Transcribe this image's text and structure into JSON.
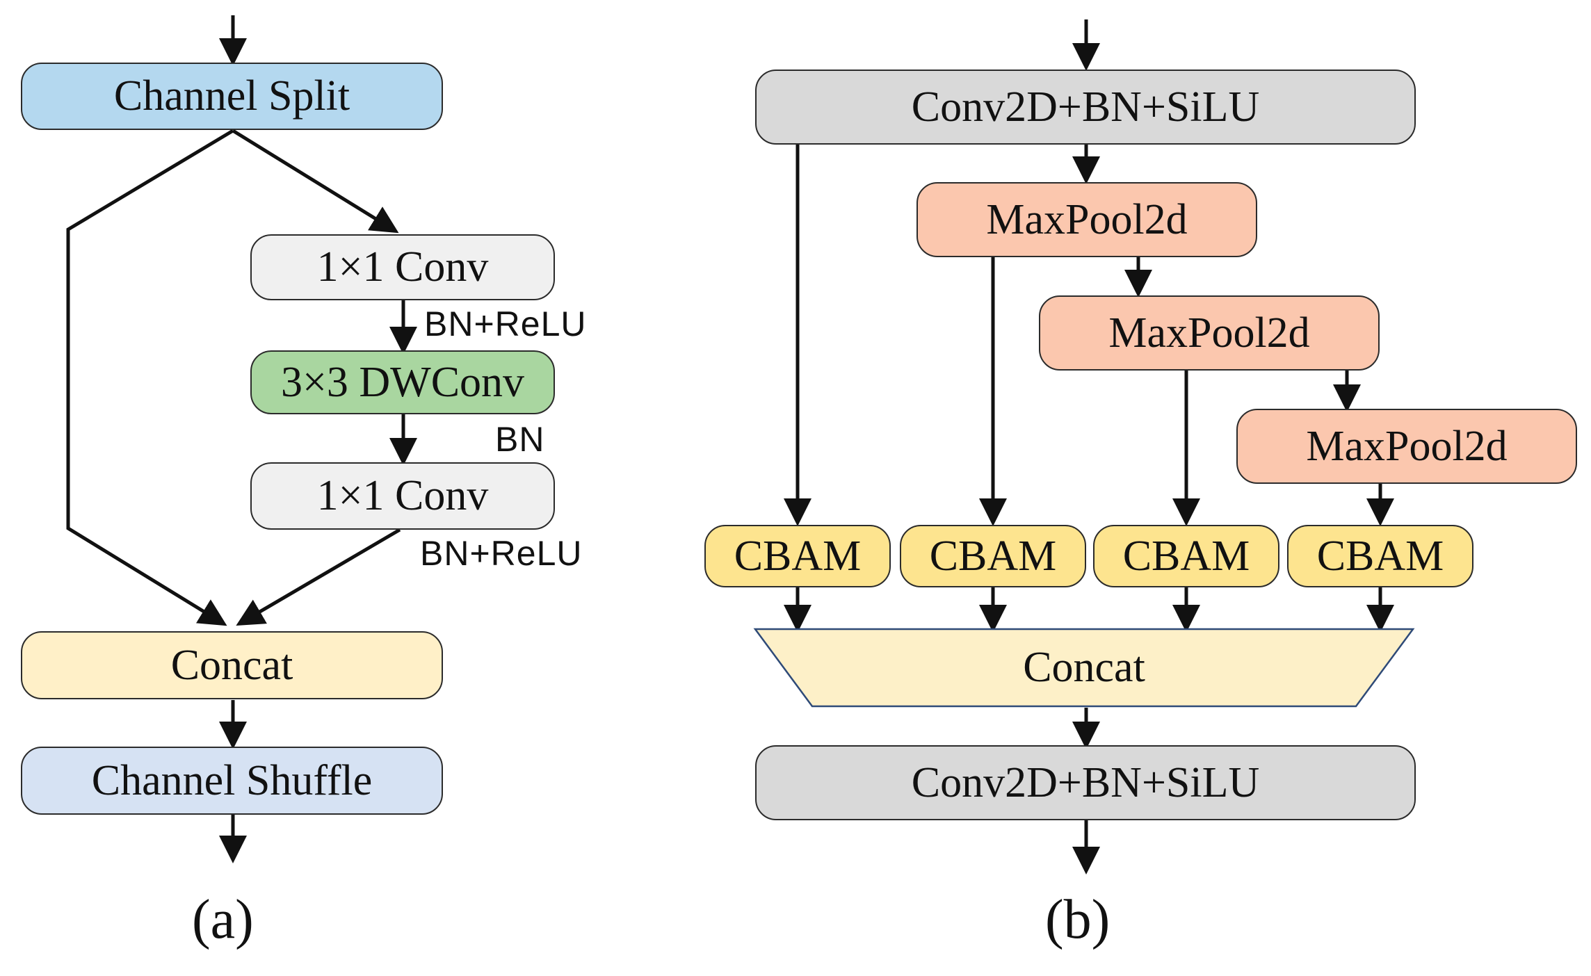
{
  "panel_a": {
    "channel_split": "Channel Split",
    "conv1": "1×1 Conv",
    "bn_relu_1": "BN+ReLU",
    "dwconv": "3×3 DWConv",
    "bn": "BN",
    "conv2": "1×1 Conv",
    "bn_relu_2": "BN+ReLU",
    "concat": "Concat",
    "channel_shuffle": "Channel Shuffle",
    "caption": "(a)"
  },
  "panel_b": {
    "conv_top": "Conv2D+BN+SiLU",
    "maxpool_1": "MaxPool2d",
    "maxpool_2": "MaxPool2d",
    "maxpool_3": "MaxPool2d",
    "cbam": [
      "CBAM",
      "CBAM",
      "CBAM",
      "CBAM"
    ],
    "concat": "Concat",
    "conv_bottom": "Conv2D+BN+SiLU",
    "caption": "(b)"
  },
  "colors": {
    "channel_split": "#b4d8ef",
    "conv": "#f0f0f0",
    "dwconv": "#a9d6a0",
    "concat": "#fff0c8",
    "channel_shuffle": "#d6e2f3",
    "conv2d": "#d9d9d9",
    "maxpool": "#fbc7ae",
    "cbam": "#fde48f",
    "trapezoid": "#fdf0c8"
  }
}
